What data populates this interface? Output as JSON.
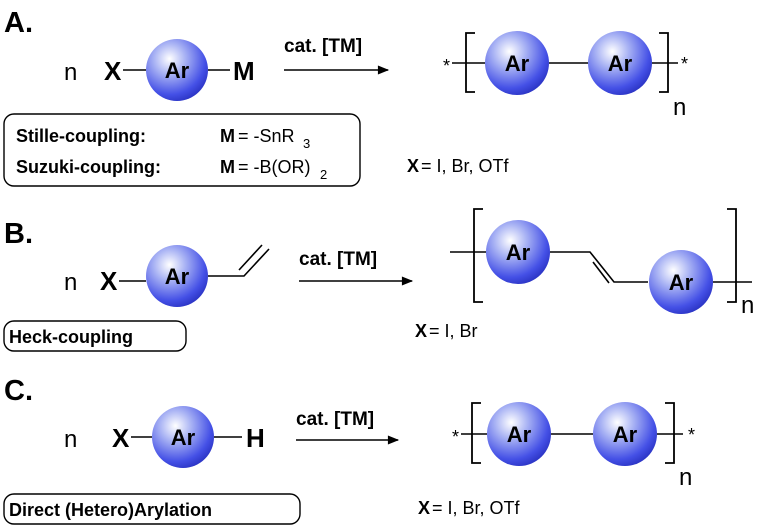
{
  "colors": {
    "green": "#66dd22",
    "red": "#e02020",
    "blue": "#1a3fdd"
  },
  "sections": {
    "a": {
      "label": "A.",
      "n": "n",
      "x": "X",
      "ar": "Ar",
      "m": "M",
      "catalyst": "cat. [TM]",
      "star": "*",
      "red_star": "*",
      "product_ar_1": "Ar",
      "product_ar_2": "Ar",
      "repeat_n": "n",
      "box": {
        "stille_label": "Stille-coupling:",
        "stille_m": "M",
        "stille_eq": "= -SnR",
        "stille_sub": "3",
        "suzuki_label": "Suzuki-coupling:",
        "suzuki_m": "M",
        "suzuki_eq": "= -B(OR)",
        "suzuki_sub": "2"
      },
      "x_def_x": "X",
      "x_def_rest": "= I, Br, OTf"
    },
    "b": {
      "label": "B.",
      "n": "n",
      "x": "X",
      "ar": "Ar",
      "catalyst": "cat. [TM]",
      "product_ar_1": "Ar",
      "product_ar_2": "Ar",
      "repeat_n": "n",
      "box_label": "Heck-coupling",
      "x_def_x": "X",
      "x_def_rest": "= I, Br"
    },
    "c": {
      "label": "C.",
      "n": "n",
      "x": "X",
      "ar": "Ar",
      "h": "H",
      "catalyst": "cat. [TM]",
      "star": "*",
      "red_star": "*",
      "product_ar_1": "Ar",
      "product_ar_2": "Ar",
      "repeat_n": "n",
      "box_label": "Direct (Hetero)Arylation",
      "x_def_x": "X",
      "x_def_rest": "= I, Br, OTf"
    }
  }
}
